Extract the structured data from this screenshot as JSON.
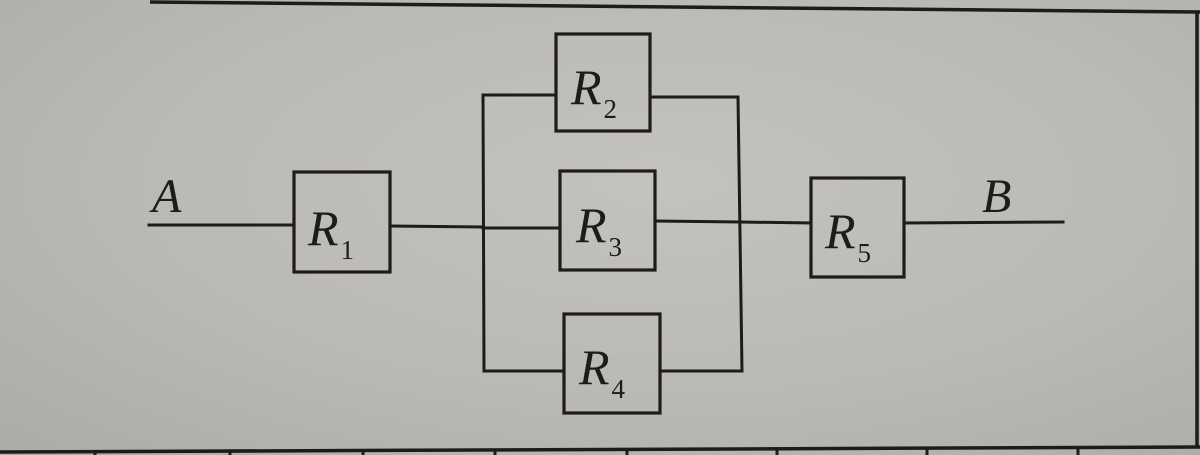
{
  "diagram": {
    "type": "circuit",
    "description": "Series-parallel resistor network between terminals A and B",
    "terminals": [
      {
        "id": "A",
        "label": "A"
      },
      {
        "id": "B",
        "label": "B"
      }
    ],
    "resistors": [
      {
        "id": "R1",
        "symbol": "R",
        "subscript": "1",
        "placement": "series"
      },
      {
        "id": "R2",
        "symbol": "R",
        "subscript": "2",
        "placement": "parallel-top"
      },
      {
        "id": "R3",
        "symbol": "R",
        "subscript": "3",
        "placement": "parallel-middle"
      },
      {
        "id": "R4",
        "symbol": "R",
        "subscript": "4",
        "placement": "parallel-bottom"
      },
      {
        "id": "R5",
        "symbol": "R",
        "subscript": "5",
        "placement": "series"
      }
    ],
    "topology": "A — R1 — (R2 ∥ R3 ∥ R4) — R5 — B",
    "colors": {
      "ink": "#1e1c1a",
      "paper": "#bdbbb7"
    }
  }
}
